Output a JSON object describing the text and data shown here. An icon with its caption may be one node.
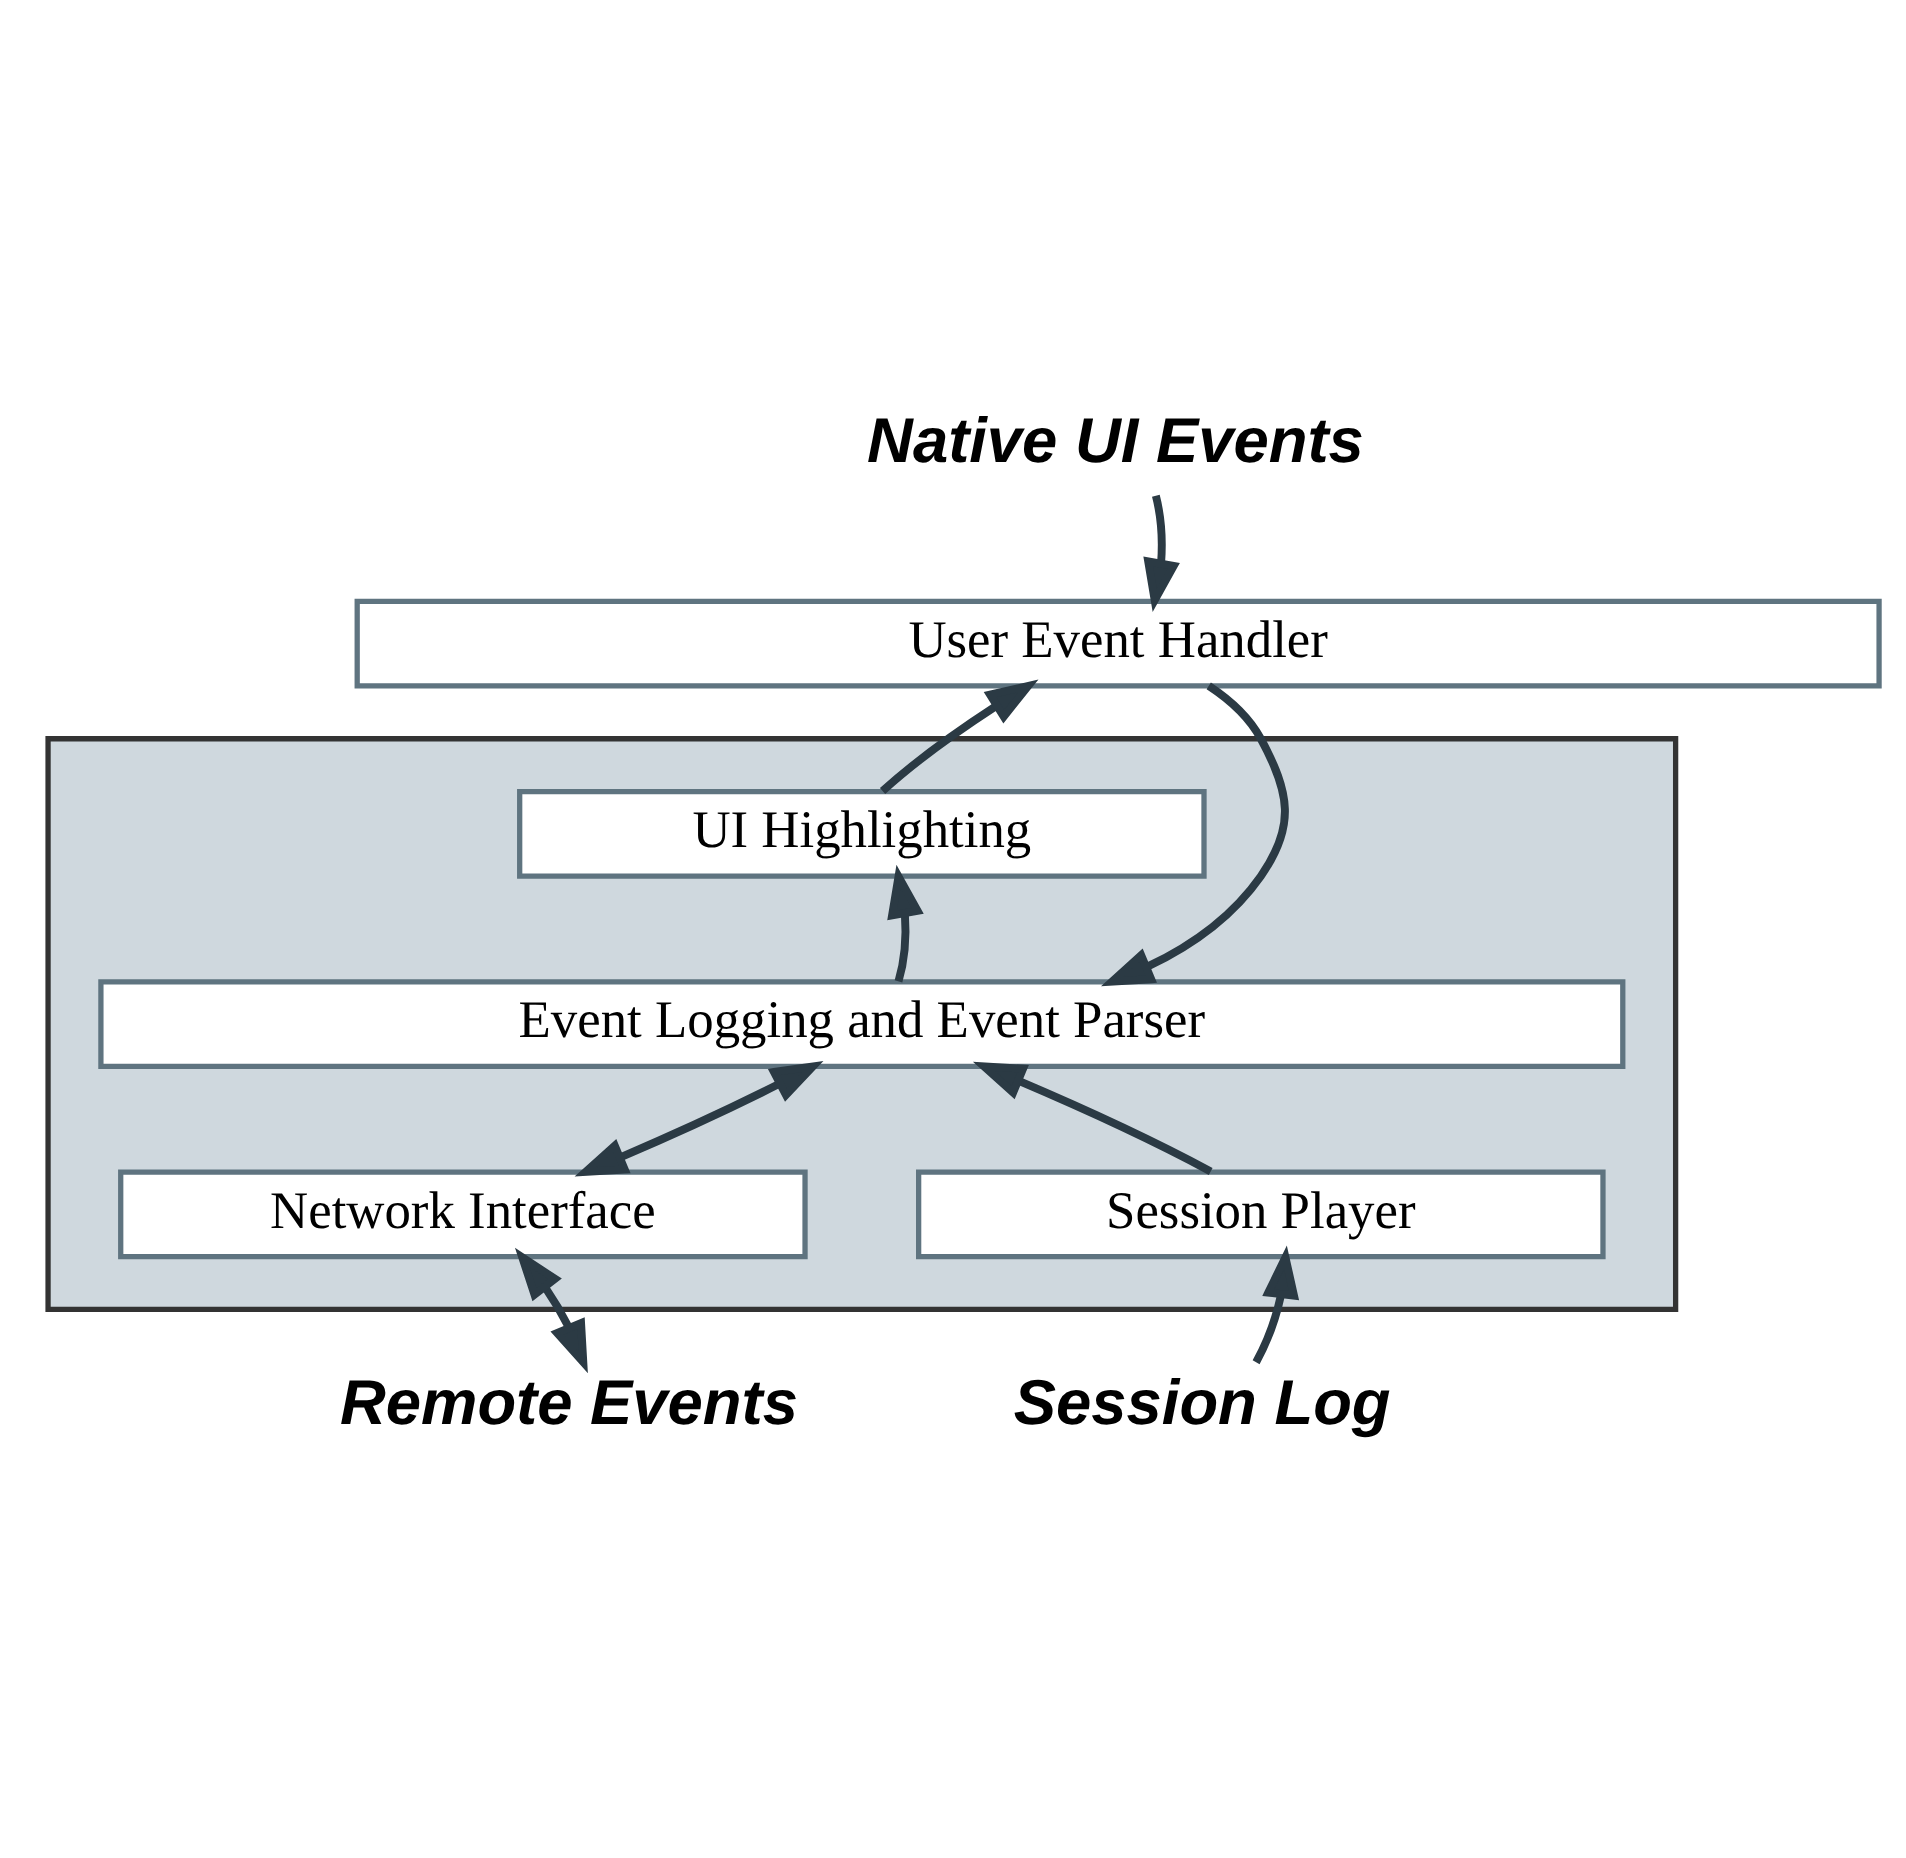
{
  "diagram": {
    "nodes": [
      {
        "text": [
          "Native UI Events"
        ]
      },
      {
        "text": [
          "User Event Handler"
        ]
      },
      {
        "text": [],
        "shape": "box"
      },
      {
        "text": [
          "UI Highlighting"
        ],
        "in": 2
      },
      {
        "text": [
          "Event Logging and Event Parser"
        ],
        "in": 2
      },
      {
        "text": [
          "Network Interface"
        ],
        "in": 2
      },
      {
        "text": [
          "Session Player"
        ],
        "in": 2
      },
      {
        "text": [
          "Remote Events"
        ]
      },
      {
        "text": [
          "Session Log"
        ]
      }
    ],
    "edges": [
      {
        "from": 0,
        "to": 1,
        "arrow": "to"
      },
      {
        "from": 3,
        "to": 1,
        "arrow": "to"
      },
      {
        "from": 1,
        "to": 4,
        "arrow": "to"
      },
      {
        "from": 4,
        "to": 3,
        "arrow": "to"
      },
      {
        "from": 4,
        "to": 5,
        "arrow": "both"
      },
      {
        "from": 6,
        "to": 4,
        "arrow": "to"
      },
      {
        "from": 5,
        "to": 7,
        "arrow": "both"
      },
      {
        "from": 8,
        "to": 6,
        "arrow": "to"
      }
    ]
  }
}
